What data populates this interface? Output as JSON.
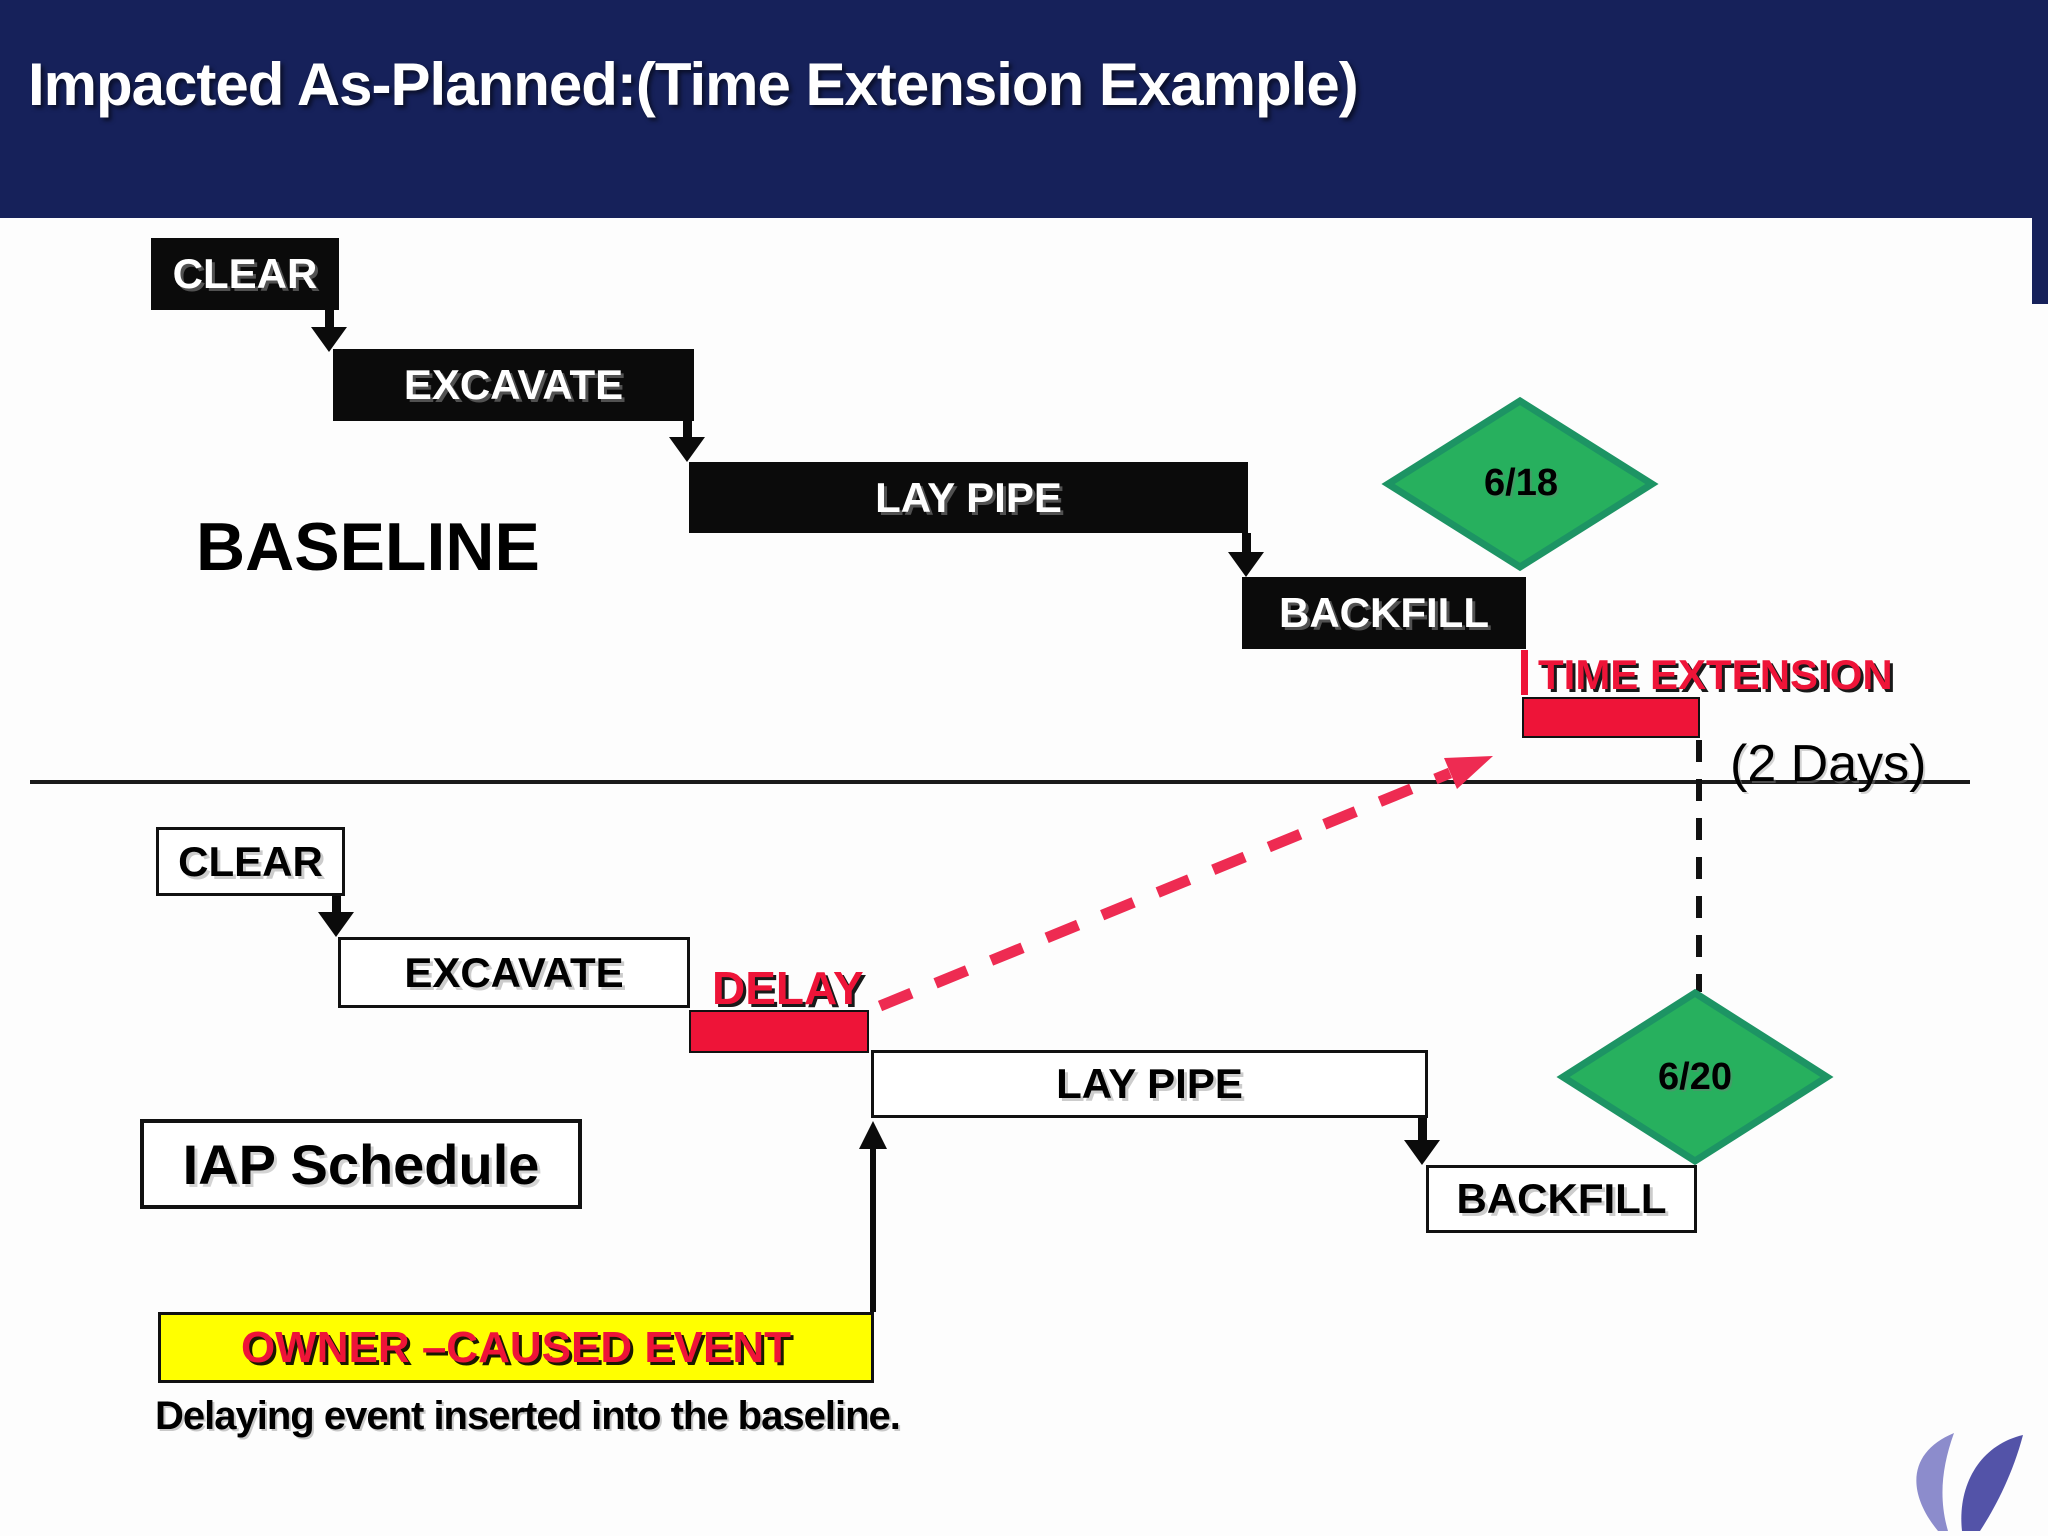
{
  "slide": {
    "title": "Impacted As-Planned:(Time Extension Example)"
  },
  "baseline": {
    "section_label": "BASELINE",
    "bars": [
      {
        "label": "CLEAR"
      },
      {
        "label": "EXCAVATE"
      },
      {
        "label": "LAY PIPE"
      },
      {
        "label": "BACKFILL"
      }
    ],
    "milestone_label": "6/18",
    "time_extension_label": "TIME EXTENSION",
    "duration_label": "(2 Days)"
  },
  "iap": {
    "section_label": "IAP Schedule",
    "bars": [
      {
        "label": "CLEAR"
      },
      {
        "label": "EXCAVATE"
      },
      {
        "label": "LAY PIPE"
      },
      {
        "label": "BACKFILL"
      }
    ],
    "delay_label": "DELAY",
    "milestone_label": "6/20",
    "owner_event_label": "OWNER –CAUSED EVENT",
    "caption": "Delaying event inserted into the baseline."
  },
  "colors": {
    "header_navy": "#16215A",
    "bar_black": "#0B0B0B",
    "accent_red": "#EE1438",
    "dashed_red": "#EE2B52",
    "milestone_green": "#27B05E",
    "milestone_border": "#1D9464",
    "event_yellow": "#FFFF00"
  }
}
